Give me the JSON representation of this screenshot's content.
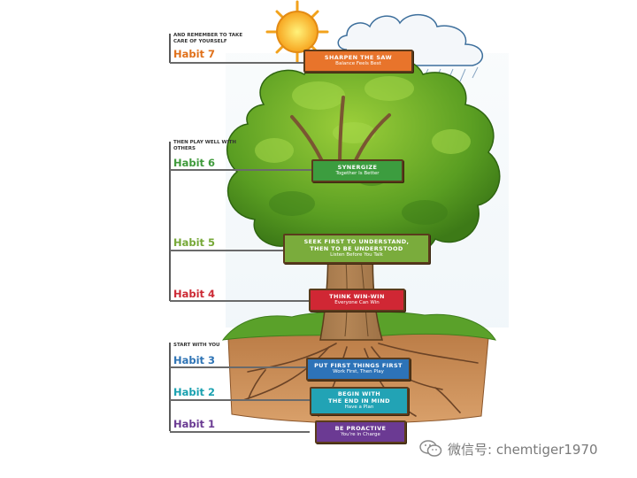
{
  "sections": {
    "renew": "AND REMEMBER TO TAKE CARE OF YOURSELF",
    "together": "THEN PLAY WELL WITH OTHERS",
    "start": "START WITH YOU"
  },
  "habits": [
    {
      "label": "Habit 7",
      "title": "SHARPEN THE SAW",
      "subtitle": "Balance Feels Best",
      "label_color": "#e0711b",
      "sign_color": "#e8742b"
    },
    {
      "label": "Habit 6",
      "title": "SYNERGIZE",
      "subtitle": "Together Is Better",
      "label_color": "#3f9a3b",
      "sign_color": "#3c9d3f"
    },
    {
      "label": "Habit 5",
      "title": "SEEK FIRST TO UNDERSTAND,\nTHEN TO BE UNDERSTOOD",
      "subtitle": "Listen Before You Talk",
      "label_color": "#76a837",
      "sign_color": "#7aac3c"
    },
    {
      "label": "Habit 4",
      "title": "THINK WIN-WIN",
      "subtitle": "Everyone Can Win",
      "label_color": "#cc2a35",
      "sign_color": "#d02734"
    },
    {
      "label": "Habit 3",
      "title": "PUT FIRST THINGS FIRST",
      "subtitle": "Work First, Then Play",
      "label_color": "#2f74b5",
      "sign_color": "#2d73b8"
    },
    {
      "label": "Habit 2",
      "title": "BEGIN WITH\nTHE END IN MIND",
      "subtitle": "Have a Plan",
      "label_color": "#1aa1b0",
      "sign_color": "#22a3b5"
    },
    {
      "label": "Habit 1",
      "title": "BE PROACTIVE",
      "subtitle": "You're in Charge",
      "label_color": "#6a3a92",
      "sign_color": "#6b3a93"
    }
  ],
  "watermark": {
    "text": "微信号: chemtiger1970",
    "icon": "wechat-icon"
  }
}
